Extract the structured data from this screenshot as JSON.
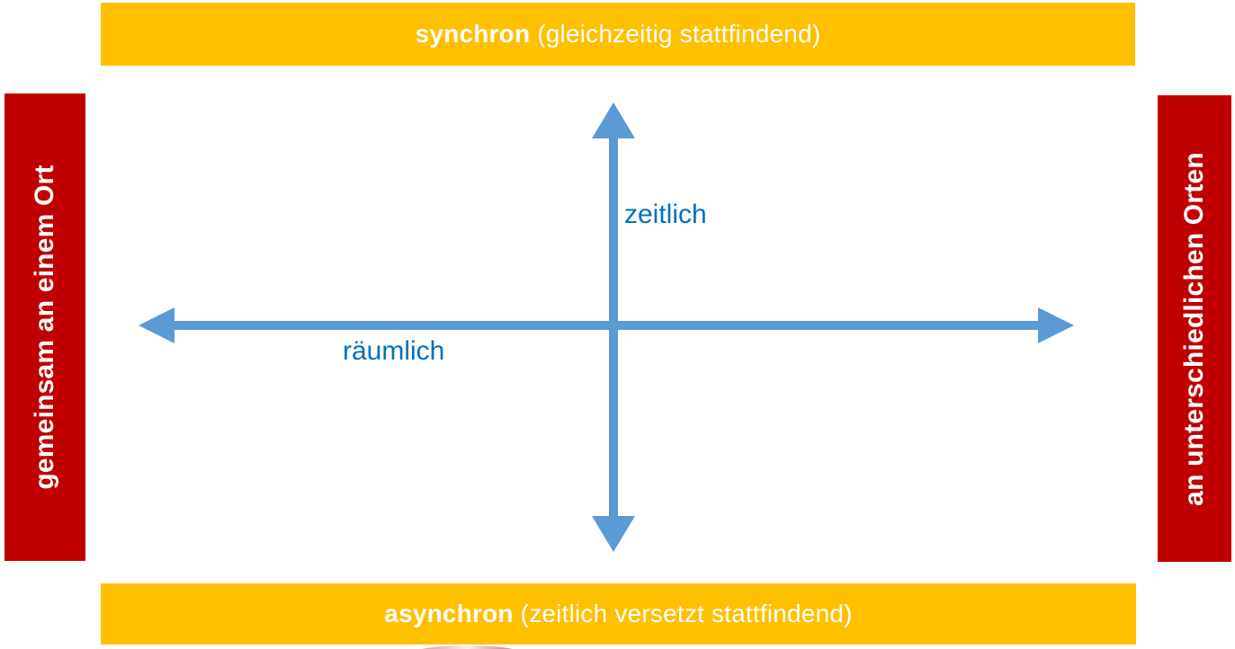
{
  "diagram": {
    "type": "quadrant-axes",
    "top_bar": {
      "bold": "synchron",
      "rest": " (gleichzeitig stattfindend)"
    },
    "bottom_bar": {
      "bold": "asynchron",
      "rest": " (zeitlich versetzt stattfindend)"
    },
    "left_bar": {
      "label": "gemeinsam an einem Ort"
    },
    "right_bar": {
      "label": "an unterschiedlichen Orten"
    },
    "axes": {
      "vertical_label": "zeitlich",
      "horizontal_label": "räumlich"
    },
    "colors": {
      "bar_yellow": "#FFC000",
      "bar_red": "#C00000",
      "axis_blue": "#5B9BD5",
      "label_blue": "#0070C0",
      "bar_text": "#FFFFFF"
    }
  }
}
